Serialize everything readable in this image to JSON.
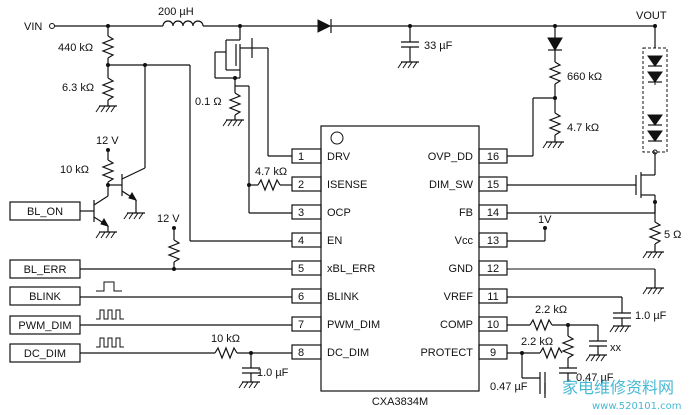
{
  "power": {
    "vin": "VIN",
    "vout": "VOUT",
    "v12_a": "12 V",
    "v12_b": "12 V",
    "v1": "1V"
  },
  "components": {
    "inductor": "200 µH",
    "r_top": "440 kΩ",
    "r_bottom": "6.3 kΩ",
    "r_sense": "0.1 Ω",
    "r_isense": "4.7 kΩ",
    "r_base": "10 kΩ",
    "c_out": "33 µF",
    "r_ovp_top": "660 kΩ",
    "r_ovp_bottom": "4.7 kΩ",
    "r_fb": "5 Ω",
    "r_comp": "2.2 kΩ",
    "r_protect": "2.2 kΩ",
    "c_vref": "1.0 µF",
    "c_comp_xx": "xx",
    "c_comp": "0.47 µF",
    "c_protect": "0.47 µF",
    "r_dcdim": "10 kΩ",
    "c_dcdim": "1.0 µF"
  },
  "inputs": {
    "bl_on": "BL_ON",
    "bl_err": "BL_ERR",
    "blink": "BLINK",
    "pwm_dim": "PWM_DIM",
    "dc_dim": "DC_DIM"
  },
  "ic": {
    "name": "CXA3834M",
    "left_pins": [
      {
        "num": "1",
        "name": "DRV"
      },
      {
        "num": "2",
        "name": "ISENSE"
      },
      {
        "num": "3",
        "name": "OCP"
      },
      {
        "num": "4",
        "name": "EN"
      },
      {
        "num": "5",
        "name": "xBL_ERR"
      },
      {
        "num": "6",
        "name": "BLINK"
      },
      {
        "num": "7",
        "name": "PWM_DIM"
      },
      {
        "num": "8",
        "name": "DC_DIM"
      }
    ],
    "right_pins": [
      {
        "num": "16",
        "name": "OVP_DD"
      },
      {
        "num": "15",
        "name": "DIM_SW"
      },
      {
        "num": "14",
        "name": "FB"
      },
      {
        "num": "13",
        "name": "Vcc"
      },
      {
        "num": "12",
        "name": "GND"
      },
      {
        "num": "11",
        "name": "VREF"
      },
      {
        "num": "10",
        "name": "COMP"
      },
      {
        "num": "9",
        "name": "PROTECT"
      }
    ]
  },
  "watermark": {
    "text": "家电维修资料网",
    "url": "www.520101.com"
  }
}
